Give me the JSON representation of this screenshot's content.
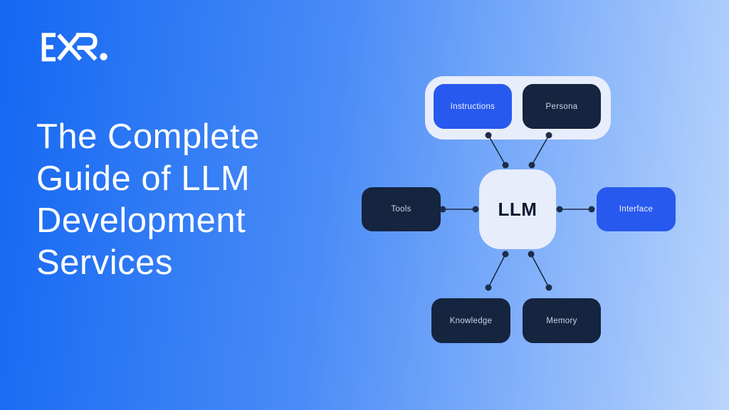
{
  "logo": {
    "text": "EXR."
  },
  "headline": {
    "lines": [
      "The Complete",
      "Guide of LLM",
      "Development",
      "Services"
    ]
  },
  "diagram": {
    "center": {
      "label": "LLM"
    },
    "nodes": [
      {
        "id": "instructions",
        "label": "Instructions",
        "variant": "blue"
      },
      {
        "id": "persona",
        "label": "Persona",
        "variant": "dark"
      },
      {
        "id": "tools",
        "label": "Tools",
        "variant": "dark"
      },
      {
        "id": "interface",
        "label": "Interface",
        "variant": "blue"
      },
      {
        "id": "knowledge",
        "label": "Knowledge",
        "variant": "dark"
      },
      {
        "id": "memory",
        "label": "Memory",
        "variant": "dark"
      }
    ]
  },
  "colors": {
    "bg-start": "#1467f2",
    "bg-mid": "#4a8cf7",
    "bg-end": "#bad5fc",
    "accent-blue": "#2859ee",
    "navy": "#15243f",
    "panel": "#e8edfb",
    "line-color": "#1c2d49",
    "headline-color": "#ffffff"
  }
}
